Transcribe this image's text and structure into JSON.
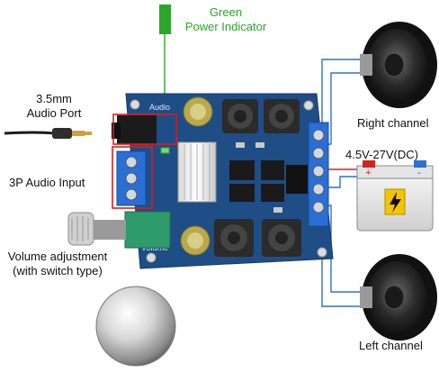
{
  "labels": {
    "power_indicator_line1": "Green",
    "power_indicator_line2": "Power Indicator",
    "audio_port_line1": "3.5mm",
    "audio_port_line2": "Audio Port",
    "audio_input": "3P Audio Input",
    "volume_line1": "Volume adjustment",
    "volume_line2": "(with switch type)",
    "right_channel": "Right channel",
    "left_channel": "Left channel",
    "voltage": "4.5V-27V(DC)"
  },
  "board": {
    "silk_audio": "Audio",
    "silk_volume": "Volume"
  },
  "battery": {
    "plus": "+",
    "minus": "-"
  },
  "colors": {
    "board": "#1f4d85",
    "terminal": "#2a6fd6",
    "wire_blue": "#2f6fd1",
    "wire_red": "#d62020",
    "indicator": "#2aa62a",
    "battery_warning": "#f4c400"
  }
}
